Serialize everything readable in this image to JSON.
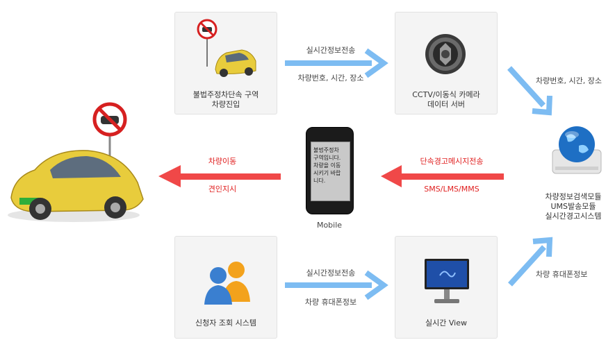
{
  "nodes": {
    "illegal_parking": {
      "line1": "불법주정차단속 구역",
      "line2": "차량진입"
    },
    "cctv": {
      "line1": "CCTV/이동식 카메라",
      "line2": "데이터 서버"
    },
    "applicant": {
      "label": "신청자 조회 시스템"
    },
    "realtime_view": {
      "label": "실시간 View"
    },
    "server": {
      "line1": "차량정보검색모듈",
      "line2": "UMS발송모듈",
      "line3": "실시간경고시스템"
    },
    "mobile": {
      "label": "Mobile",
      "screen_text": "불법주정차\n구역입니다.\n차량을 이동\n시키기 바랍\n니다."
    }
  },
  "edges": {
    "top_arrow": {
      "above": "실시간정보전송",
      "below": "차량번호, 시간, 장소"
    },
    "diag_down": {
      "label": "차량번호, 시간, 장소"
    },
    "mid_arrow": {
      "above": "단속경고메시지전송",
      "below": "SMS/LMS/MMS"
    },
    "left_arrow": {
      "above": "차량이동",
      "below": "견인지시"
    },
    "bottom_arrow": {
      "above": "실시간정보전송",
      "below": "차량 휴대폰정보"
    },
    "diag_up": {
      "label": "차량 휴대폰정보"
    }
  },
  "colors": {
    "blue_arrow": "#7dbcf2",
    "red_arrow": "#f04848",
    "red_text": "#e02020",
    "car_yellow": "#e8cc3c"
  }
}
